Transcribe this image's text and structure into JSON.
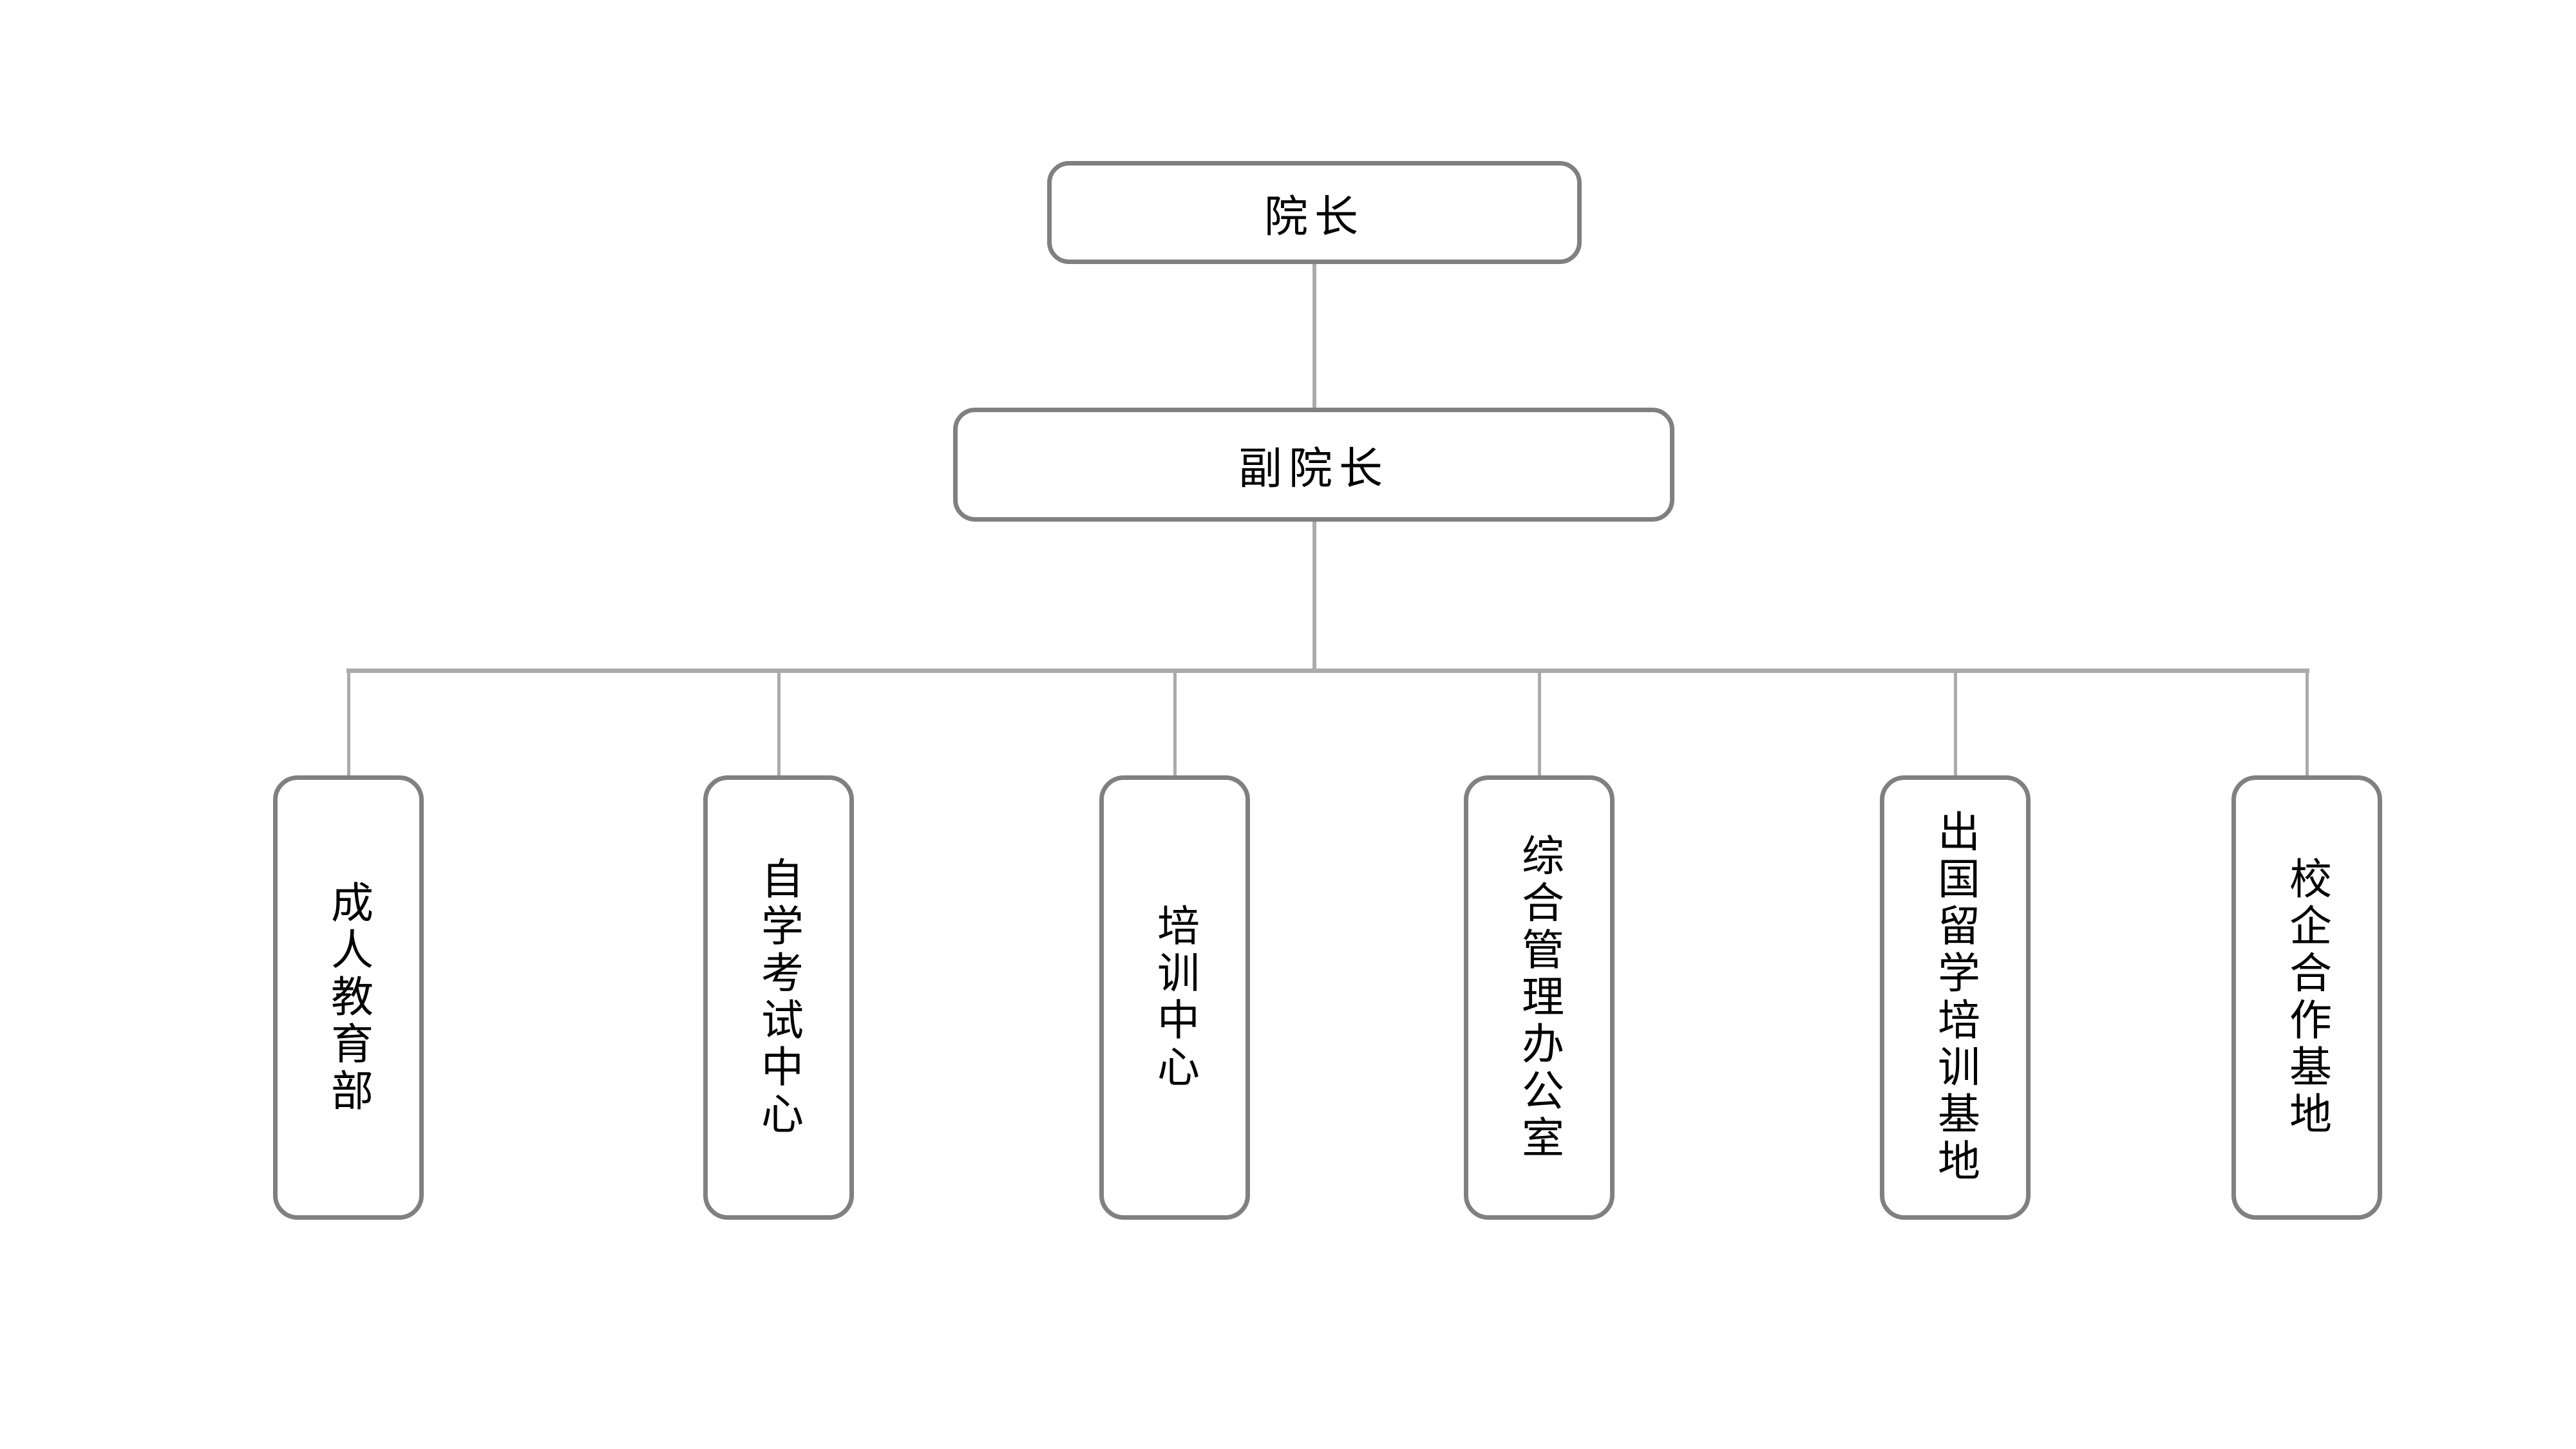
{
  "diagram": {
    "type": "org-chart",
    "root": {
      "label": "院长"
    },
    "vice": {
      "label": "副院长"
    },
    "departments": [
      {
        "label": "成人教育部"
      },
      {
        "label": "自学考试中心"
      },
      {
        "label": "培训中心"
      },
      {
        "label": "综合管理办公室"
      },
      {
        "label": "出国留学培训基地"
      },
      {
        "label": "校企合作基地"
      }
    ]
  },
  "colors": {
    "background": "#ffffff",
    "box_border": "#808080",
    "connector_line": "#ababab",
    "text": "#000000"
  }
}
